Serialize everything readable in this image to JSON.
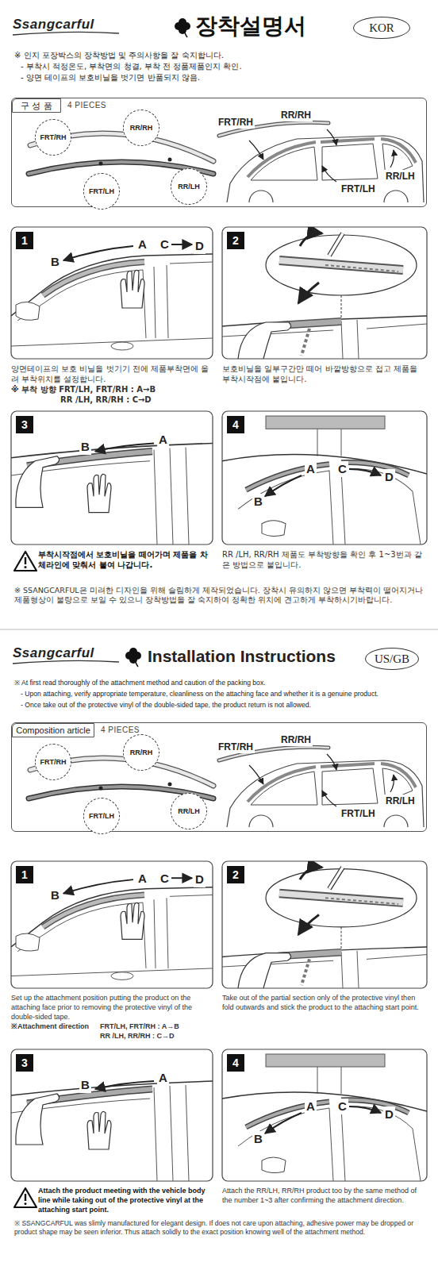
{
  "diagram": {
    "title": "장착설명서",
    "nodes": [
      {
        "text": [
          "KOR"
        ]
      },
      {
        "text": [
          "4 PIECES"
        ]
      },
      {
        "text": [
          "구 성 품"
        ],
        "in": 1
      },
      {
        "text": [
          "FRT/RH"
        ],
        "in": 1
      },
      {
        "text": [
          "RR/RH"
        ],
        "in": 1
      },
      {
        "text": [
          "FRT/LH"
        ],
        "in": 1
      },
      {
        "text": [
          "RR/LH"
        ],
        "in": 1
      },
      {
        "text": [
          "양면테이프의 보호 비닐을 벗기기 전에 제품부착면에 올려 부착위치를 설정합니다.",
          "※ 부착 방향 FRT/LH, FRT/RH : A→B",
          "RR /LH, RR/RH : C→D"
        ]
      },
      {
        "text": [
          "1"
        ],
        "in": 7
      },
      {
        "text": [
          "보호비닐을 일부구간만 떼어 바깥방향으로 접고 제품을 부착시작점에 붙입니다."
        ]
      },
      {
        "text": [
          "2"
        ],
        "in": 9
      },
      {
        "text": [
          "부착시작점에서 보호비닐을 떼어가며 제품을 차체라인에 맞춰서 붙여 나갑니다."
        ]
      },
      {
        "text": [
          "3"
        ],
        "in": 11
      },
      {
        "text": [
          "RR /LH, RR/RH 제품도 부착방향을 확인 후 1~3번과 같은 방법으로 붙입니다."
        ]
      },
      {
        "text": [
          "4"
        ],
        "in": 13
      },
      {
        "text": [
          "US/GB"
        ]
      },
      {
        "text": [
          "4 PIECES"
        ]
      },
      {
        "text": [
          "Composition article"
        ],
        "in": 16
      },
      {
        "text": [
          "FRT/RH"
        ],
        "in": 16
      },
      {
        "text": [
          "RR/RH"
        ],
        "in": 16
      },
      {
        "text": [
          "FRT/LH"
        ],
        "in": 16
      },
      {
        "text": [
          "RR/LH"
        ],
        "in": 16
      },
      {
        "text": [
          "Set up the attachment position putting the product on the attaching face prior to removing the protective vinyl of the double-sided tape.",
          "※Attachment direction",
          "FRT/LH, FRT/RH : A→B",
          "RR /LH, RR/RH : C→D"
        ]
      },
      {
        "text": [
          "1"
        ],
        "in": 22
      },
      {
        "text": [
          "Take out of the partial section only of the protective vinyl then fold outwards and stick the product to the attaching start point."
        ]
      },
      {
        "text": [
          "2"
        ],
        "in": 24
      },
      {
        "text": [
          "Attach the product meeting with the vehicle body line while taking out of the protective vinyl at the attaching start point."
        ]
      },
      {
        "text": [
          "3"
        ],
        "in": 26
      },
      {
        "text": [
          "Attach the RR/LH, RR/RH product too by the same method of the number 1~3 after confirming the attachment direction."
        ]
      },
      {
        "text": [
          "4"
        ],
        "in": 28
      }
    ],
    "labels": [
      "Ssangcarful",
      "※ 인지 포장박스의 장착방법 및 주의사항을 잘 숙지합니다.",
      "- 부착시 적정온도, 부착면의 청결, 부착 전 정품제품인지 확인.",
      "- 양면 테이프의 보호비닐을 벗기면 반품되지 않음.",
      "FRT/RH",
      "RR/RH",
      "FRT/LH",
      "RR/LH",
      "A",
      "C",
      "D",
      "B",
      "B",
      "A",
      "A",
      "C",
      "D",
      "B",
      "※ SSANGCARFUL은 미려한 디자인을 위해 슬림하게 제작되었습니다. 장착시 유의하지 않으면 부착력이 떨어지거나 제품형상이 불량으로 보일 수 있으니 장착방법을 잘 숙지하여 정확한 위치에 견고하게 부착하시기바랍니다.",
      "Ssangcarful",
      "Installation Instructions",
      "※ At first read thoroughly of the attachment method and caution of the packing box.",
      "- Upon attaching, verify appropriate temperature, cleanliness on the attaching face and whether it is a genuine product.",
      "- Once take out of the protective vinyl of the double-sided tape, the product return is not allowed.",
      "FRT/RH",
      "RR/RH",
      "FRT/LH",
      "RR/LH",
      "A",
      "C",
      "D",
      "B",
      "B",
      "A",
      "A",
      "C",
      "D",
      "B",
      "※ SSANGCARFUL was slimly manufactured for elegant design. If does not care upon attaching, adhesive power may be dropped or product shape may be seen inferior. Thus attach solidly to the exact position knowing well of the attachment method."
    ]
  }
}
